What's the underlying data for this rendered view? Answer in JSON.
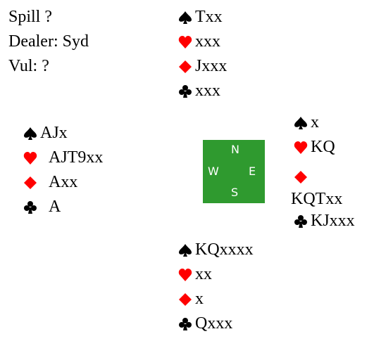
{
  "info": {
    "spill": "Spill ?",
    "dealer": "Dealer: Syd",
    "vul": "Vul: ?"
  },
  "compass": {
    "n": "N",
    "w": "W",
    "e": "E",
    "s": "S"
  },
  "hands": {
    "north": {
      "spades": "Txx",
      "hearts": "xxx",
      "diamonds": "Jxxx",
      "clubs": "xxx"
    },
    "west": {
      "spades": "AJx",
      "hearts": "AJT9xx",
      "diamonds": "Axx",
      "clubs": "A"
    },
    "east": {
      "spades": "x",
      "hearts": "KQ",
      "diamonds": "KQTxx",
      "clubs": "KJxxx"
    },
    "south": {
      "spades": "KQxxxx",
      "hearts": "xx",
      "diamonds": "x",
      "clubs": "Qxxx"
    }
  },
  "colors": {
    "black_suit": "#000000",
    "red_suit": "#ff0000",
    "compass_bg": "#2f9a2f",
    "compass_text": "#ffffff"
  },
  "icons": [
    "spade-icon",
    "heart-icon",
    "diamond-icon",
    "club-icon"
  ]
}
